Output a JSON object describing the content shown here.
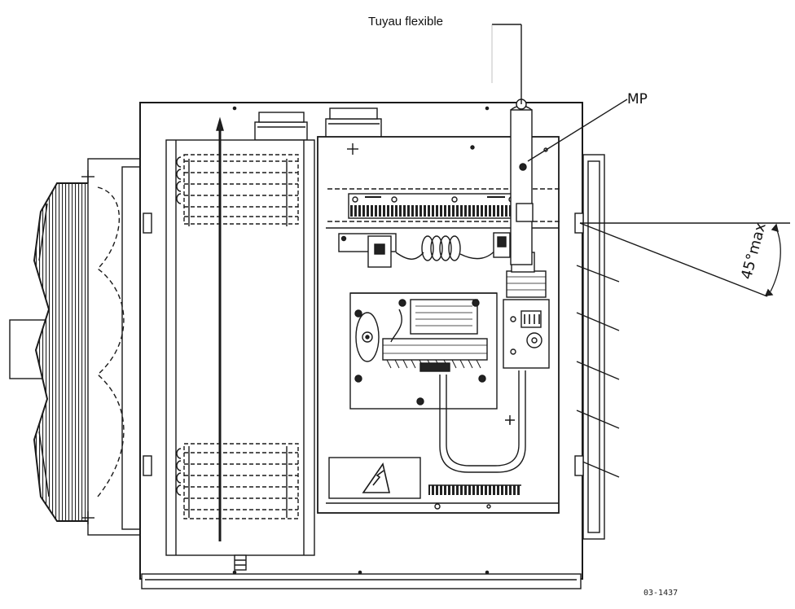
{
  "labels": {
    "tube": "Tuyau flexible",
    "mp": "MP",
    "angle": "45°max",
    "code": "03-1437"
  },
  "colors": {
    "line": "#1a1a1a",
    "background": "#ffffff",
    "hatch": "#2b2b2b"
  }
}
